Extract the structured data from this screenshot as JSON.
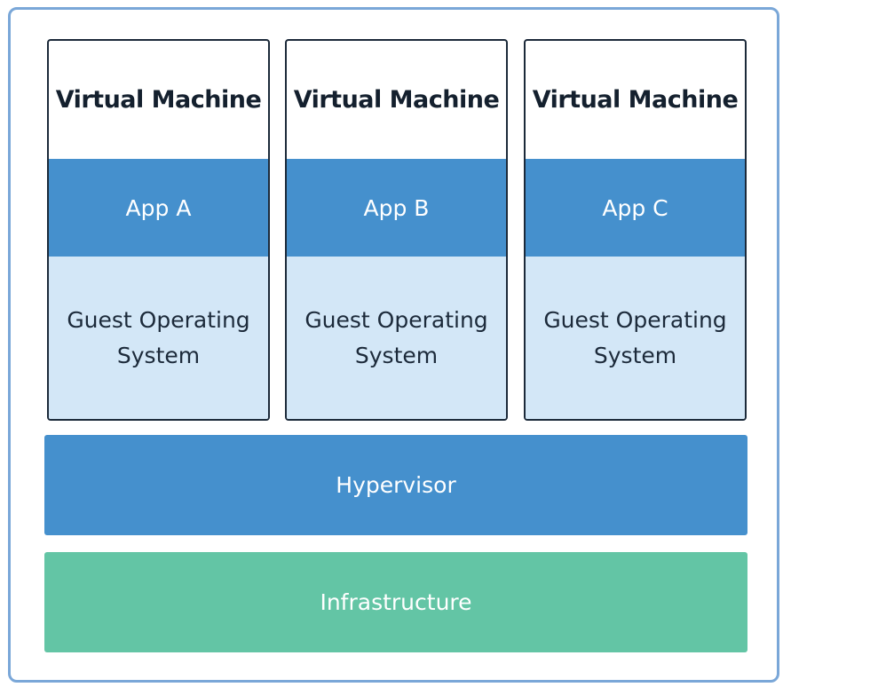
{
  "diagram": {
    "virtual_machines": [
      {
        "title": "Virtual Machine",
        "app": "App A",
        "guest_os": "Guest Operating System"
      },
      {
        "title": "Virtual Machine",
        "app": "App B",
        "guest_os": "Guest Operating System"
      },
      {
        "title": "Virtual Machine",
        "app": "App C",
        "guest_os": "Guest Operating System"
      }
    ],
    "hypervisor": "Hypervisor",
    "infrastructure": "Infrastructure"
  },
  "colors": {
    "frame_border": "#7aa7d8",
    "vm_border": "#1c2a3a",
    "app_layer": "#4590cd",
    "guest_os_layer": "#d3e7f7",
    "hypervisor_layer": "#4590cd",
    "infrastructure_layer": "#63c5a5"
  }
}
